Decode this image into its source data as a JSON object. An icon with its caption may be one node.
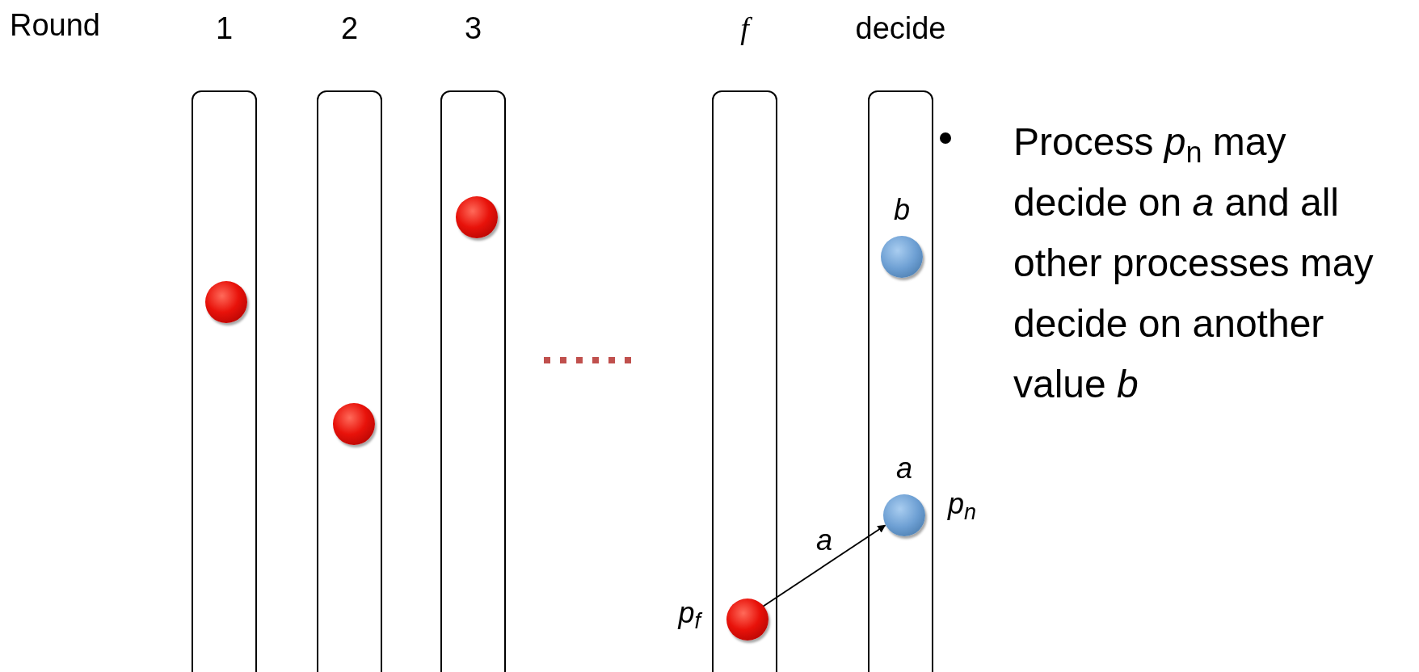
{
  "diagram": {
    "nodes": [
      {
        "text": [
          "1"
        ]
      },
      {
        "text": [],
        "shape": "circle",
        "in": 0
      },
      {
        "text": [
          "2"
        ]
      },
      {
        "text": [],
        "shape": "circle",
        "in": 2
      },
      {
        "text": [
          "3"
        ]
      },
      {
        "text": [],
        "shape": "circle",
        "in": 4
      },
      {
        "text": [
          "f"
        ]
      },
      {
        "text": [],
        "shape": "circle",
        "in": 6,
        "beside": [
          "p$_{f}$"
        ]
      },
      {
        "text": [
          "decide"
        ]
      },
      {
        "text": [
          "b"
        ],
        "in": 8
      },
      {
        "text": [
          "a"
        ],
        "in": 8,
        "beside": [
          "p$_{n}$"
        ]
      }
    ],
    "edges": [
      {
        "from": 7,
        "to": 10,
        "arrow": "to",
        "label": "a"
      }
    ],
    "labels": [
      "Round",
      "Process *p*$_{n}$ may decide on *a* and all other processes may decide on another value *b*"
    ]
  }
}
